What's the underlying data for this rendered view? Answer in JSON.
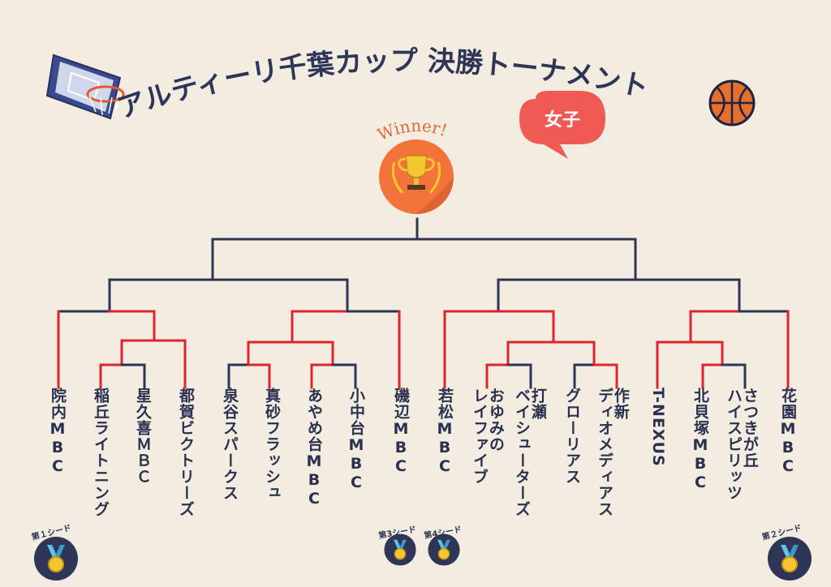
{
  "title": {
    "text": "アルティーリ千葉カップ 決勝トーナメント",
    "badge": "女子",
    "winner_label": "Winner!"
  },
  "colors": {
    "background": "#f3ece0",
    "line_default": "#2e3556",
    "line_win": "#e0242c",
    "text": "#2a3150",
    "badge": "#f05a54",
    "trophy_circle": "#f2743b"
  },
  "teams": [
    "院内MBC",
    "稲丘ライトニング",
    "星久喜ＭＢＣ",
    "都賀ビクトリーズ",
    "泉谷スパークス",
    "真砂フラッシュ",
    "あやめ台MBC",
    "小中台MBC",
    "磯辺MBC",
    "若松MBC",
    "おゆみの\nレイファイブ",
    "打瀬\nベイシューターズ",
    "グローリアス",
    "作新\nディオメディアス",
    "T-NEXUS",
    "北貝塚MBC",
    "さつきが丘\nハイスピリッツ",
    "花園MBC"
  ],
  "seeds": {
    "first": "第１シード",
    "second": "第２シード",
    "third": "第3シード",
    "fourth": "第4シード"
  },
  "icons": {
    "left_hoop": "basketball-hoop-icon",
    "right_ball": "basketball-icon",
    "trophy": "trophy-icon",
    "medal": "medal-icon"
  }
}
